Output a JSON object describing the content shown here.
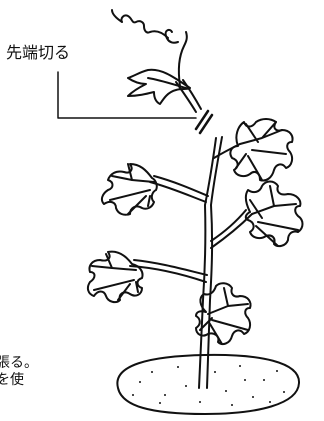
{
  "callout": {
    "label": "先端切る"
  },
  "left_edge_text": {
    "line1": "張る。",
    "line2": "を使"
  },
  "colors": {
    "ink": "#111111",
    "background": "#ffffff"
  }
}
